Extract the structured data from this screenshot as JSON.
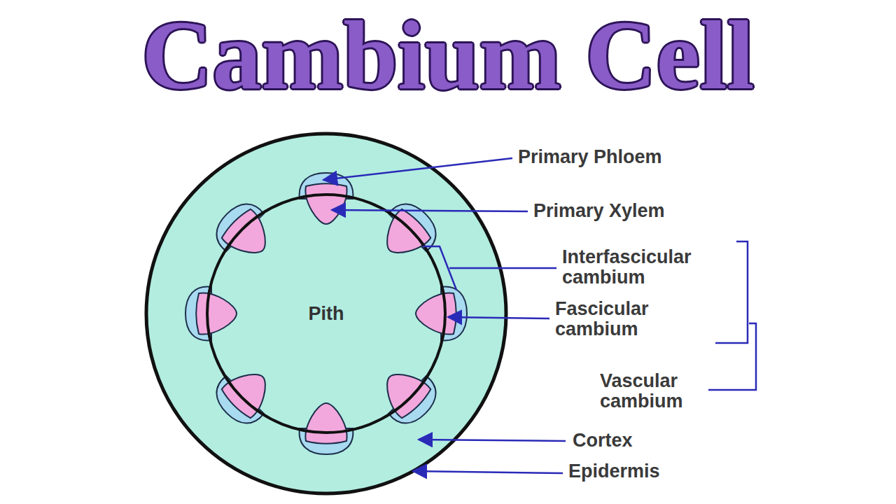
{
  "diagram": {
    "title": "Cambium Cell",
    "nodes": [
      {
        "text": [
          "Pith"
        ]
      }
    ],
    "labels": [
      "Primary Phloem",
      "Primary Xylem",
      "Interfascicular cambium",
      "Fascicular cambium",
      "Vascular cambium",
      "Cortex",
      "Epidermis"
    ]
  }
}
